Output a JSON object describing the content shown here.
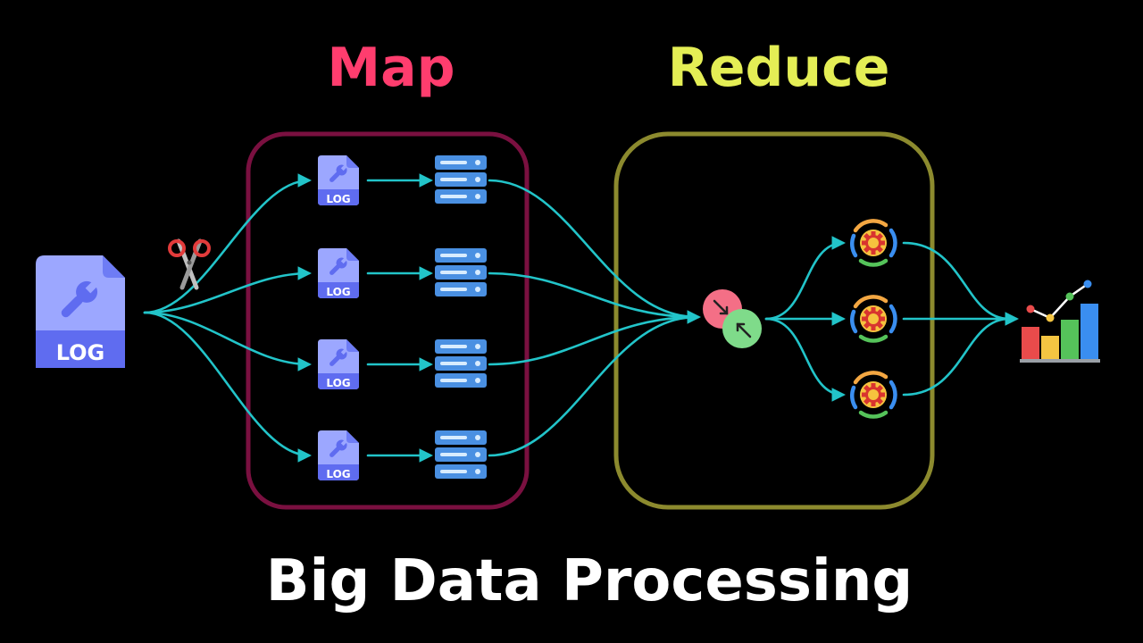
{
  "map_section": {
    "title": "Map",
    "color": "#ff3d6e",
    "border_color": "#7a1040"
  },
  "reduce_section": {
    "title": "Reduce",
    "color": "#e4ee55",
    "border_color": "#8c8a2e"
  },
  "footer": {
    "title": "Big Data Processing"
  },
  "icons": {
    "input": {
      "name": "log-file-icon",
      "label": "LOG"
    },
    "split": "scissors-icon",
    "mapper_file_label": "LOG",
    "mapper_file": "log-file-icon",
    "mapper_node": "server-icon",
    "shuffle": "merge-icon",
    "reducer": "gear-process-icon",
    "output": "bar-chart-icon"
  },
  "mappers": [
    {},
    {},
    {},
    {}
  ],
  "reducers": [
    {},
    {},
    {}
  ],
  "flow_color": "#22c4c9"
}
